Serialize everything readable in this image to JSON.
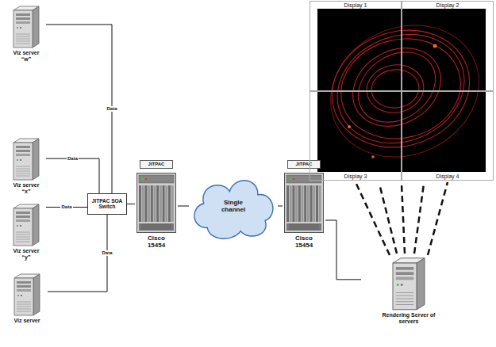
{
  "diagram": {
    "nodes": [
      {
        "text": [
          "Viz server “w”"
        ]
      },
      {
        "text": [
          "Viz server “x”"
        ]
      },
      {
        "text": [
          "Viz server “y”"
        ]
      },
      {
        "text": [
          "Viz server"
        ]
      },
      {
        "text": [
          "JITPAC SOA Switch"
        ]
      },
      {
        "text": [
          "JITPAC"
        ]
      },
      {
        "text": [
          "Cisco 15454"
        ]
      },
      {
        "text": [
          "Single channel"
        ]
      },
      {
        "text": [
          "JITPAC"
        ]
      },
      {
        "text": [
          "Cisco 15454"
        ]
      },
      {
        "text": [
          "Rendering Server of servers"
        ]
      },
      {
        "text": [
          "Display 1"
        ]
      },
      {
        "text": [
          "Display 2"
        ]
      },
      {
        "text": [
          "Display 3"
        ]
      },
      {
        "text": [
          "Display 4"
        ]
      }
    ],
    "edges": [
      {
        "from": 0,
        "to": 4,
        "label": "Data",
        "arrow": "none"
      },
      {
        "from": 1,
        "to": 4,
        "label": "Data",
        "arrow": "none"
      },
      {
        "from": 2,
        "to": 4,
        "label": "Data",
        "arrow": "none"
      },
      {
        "from": 3,
        "to": 4,
        "label": "Data",
        "arrow": "none"
      },
      {
        "from": 4,
        "to": 6,
        "arrow": "none"
      },
      {
        "from": 6,
        "to": 7,
        "arrow": "none"
      },
      {
        "from": 7,
        "to": 9,
        "arrow": "none"
      },
      {
        "from": 9,
        "to": 10,
        "arrow": "none"
      },
      {
        "from": 10,
        "to": 13,
        "arrow": "none"
      },
      {
        "from": 10,
        "to": 14,
        "arrow": "none"
      }
    ]
  }
}
